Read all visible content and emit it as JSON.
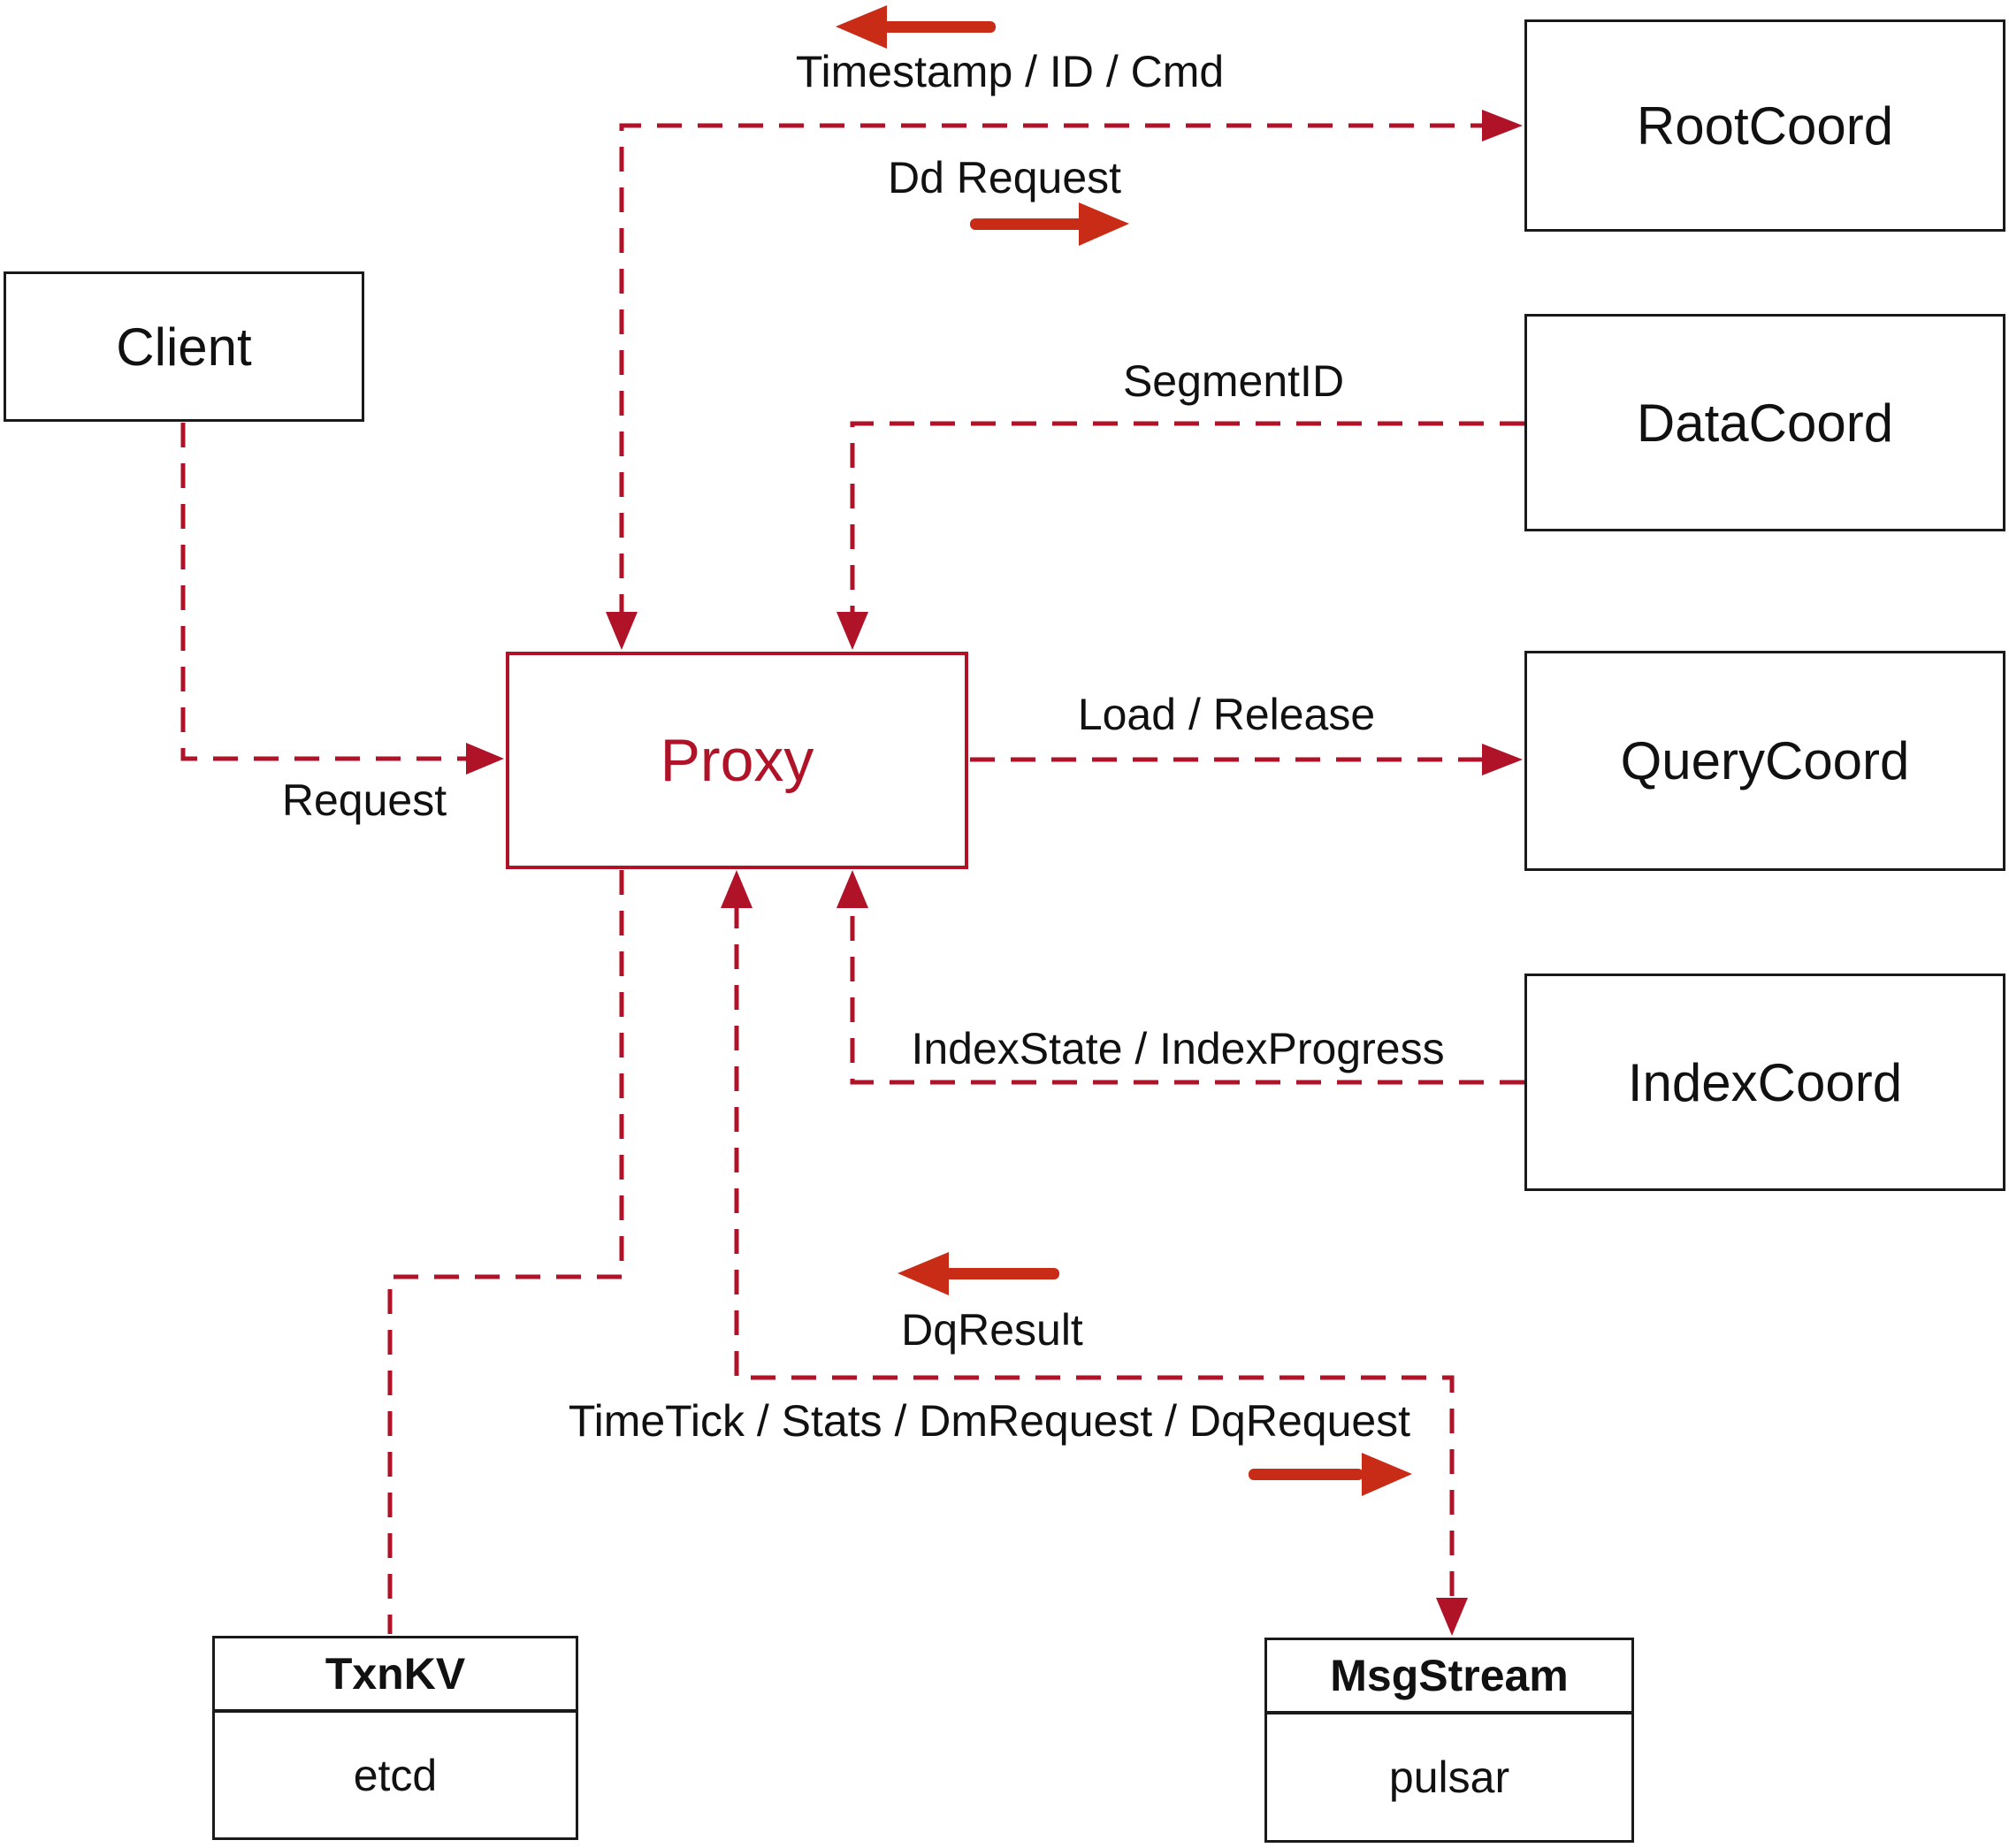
{
  "nodes": {
    "client": {
      "label": "Client"
    },
    "proxy": {
      "label": "Proxy"
    },
    "root_coord": {
      "label": "RootCoord"
    },
    "data_coord": {
      "label": "DataCoord"
    },
    "query_coord": {
      "label": "QueryCoord"
    },
    "index_coord": {
      "label": "IndexCoord"
    },
    "txn_kv": {
      "title": "TxnKV",
      "body": "etcd"
    },
    "msg_stream": {
      "title": "MsgStream",
      "body": "pulsar"
    }
  },
  "edges": {
    "timestamp_id_cmd": "Timestamp / ID / Cmd",
    "dd_request": "Dd Request",
    "segment_id": "SegmentID",
    "request": "Request",
    "load_release": "Load / Release",
    "index_state_progress": "IndexState / IndexProgress",
    "dq_result": "DqResult",
    "timetick_stats": "TimeTick / Stats / DmRequest / DqRequest"
  },
  "arrows": {
    "timestamp_return_arrow": "left",
    "dd_request_arrow": "right",
    "dq_result_arrow": "left",
    "timetick_send_arrow": "right"
  },
  "colors": {
    "dashed_line": "#b01228",
    "solid_arrow": "#c92c16",
    "box_border": "#1a1a1a",
    "background": "#ffffff"
  }
}
